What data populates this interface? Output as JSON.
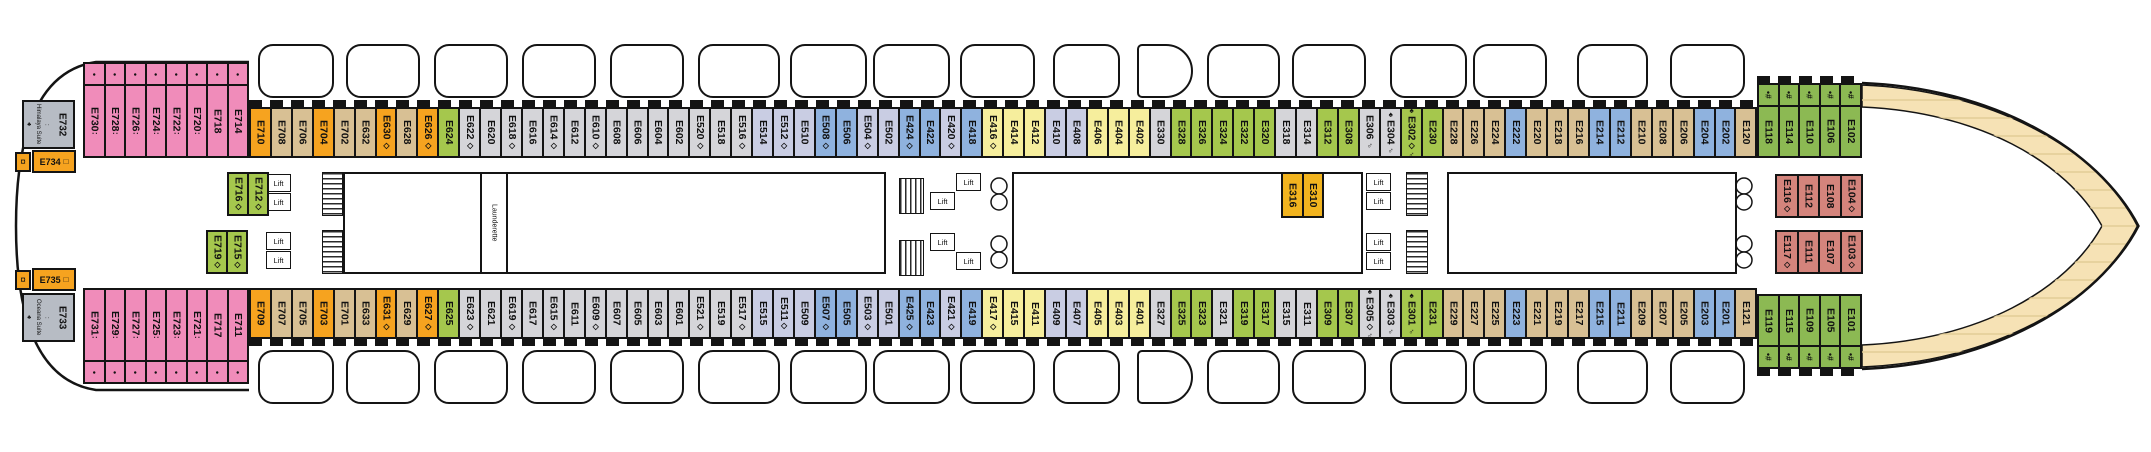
{
  "labels": {
    "lift": "Lift",
    "launderette": "Launderette"
  },
  "colors": {
    "pink": "#f08cba",
    "orange": "#f6a31f",
    "tan": "#d8c094",
    "green": "#a5c74d",
    "bowgreen": "#8cb953",
    "gray": "#d5d5d9",
    "lavender": "#c9cde3",
    "blue": "#8fb2de",
    "yellow": "#f6ee9d",
    "gold": "#f2b41f",
    "salmon": "#d4847c",
    "suite": "#b7bcc4",
    "wood": "#f6e2b5",
    "woodline": "#e2cc96",
    "outline": "#141414"
  },
  "suites": {
    "himalaya": {
      "number": "E732",
      "name": "Himalaya Suite",
      "sym_top": ":",
      "sym_bottom": "♣"
    },
    "oceana": {
      "number": "E733",
      "name": "Oceana Suite",
      "sym_top": ":",
      "sym_bottom": "♣"
    },
    "cabin_e734": {
      "number": "E734",
      "suffix": "□",
      "box_symbol": "¤"
    },
    "cabin_e735": {
      "number": "E735",
      "suffix": "□",
      "box_symbol": "¤"
    }
  },
  "rows": {
    "aft_top_pink": [
      {
        "n": "E730",
        "c": "pink",
        "b": "•",
        "s": ":"
      },
      {
        "n": "E728",
        "c": "pink",
        "b": "•",
        "s": ":"
      },
      {
        "n": "E726",
        "c": "pink",
        "b": "•",
        "s": ":"
      },
      {
        "n": "E724",
        "c": "pink",
        "b": "•",
        "s": ":"
      },
      {
        "n": "E722",
        "c": "pink",
        "b": "•",
        "s": ":"
      },
      {
        "n": "E720",
        "c": "pink",
        "b": "•",
        "s": ":"
      },
      {
        "n": "E718",
        "c": "pink",
        "b": "•"
      },
      {
        "n": "E714",
        "c": "pink",
        "b": "•"
      }
    ],
    "aft_bottom_pink": [
      {
        "n": "E731",
        "c": "pink",
        "b": "•",
        "s": ":"
      },
      {
        "n": "E729",
        "c": "pink",
        "b": "•",
        "s": ":"
      },
      {
        "n": "E727",
        "c": "pink",
        "b": "•",
        "s": ":"
      },
      {
        "n": "E725",
        "c": "pink",
        "b": "•",
        "s": ":"
      },
      {
        "n": "E723",
        "c": "pink",
        "b": "•",
        "s": ":"
      },
      {
        "n": "E721",
        "c": "pink",
        "b": "•",
        "s": ":"
      },
      {
        "n": "E717",
        "c": "pink",
        "b": "•"
      },
      {
        "n": "E711",
        "c": "pink",
        "b": "•"
      }
    ],
    "top_main": [
      {
        "n": "E710",
        "c": "orange"
      },
      {
        "n": "E708",
        "c": "tan"
      },
      {
        "n": "E706",
        "c": "tan"
      },
      {
        "n": "E704",
        "c": "orange"
      },
      {
        "n": "E702",
        "c": "tan"
      },
      {
        "n": "E632",
        "c": "tan"
      },
      {
        "n": "E630",
        "c": "orange",
        "s": "◇"
      },
      {
        "n": "E628",
        "c": "tan"
      },
      {
        "n": "E626",
        "c": "orange",
        "s": "◇"
      },
      {
        "n": "E624",
        "c": "green"
      },
      {
        "n": "E622",
        "c": "gray",
        "s": "◇"
      },
      {
        "n": "E620",
        "c": "gray"
      },
      {
        "n": "E618",
        "c": "gray",
        "s": "◇"
      },
      {
        "n": "E616",
        "c": "gray"
      },
      {
        "n": "E614",
        "c": "gray",
        "s": "◇"
      },
      {
        "n": "E612",
        "c": "gray"
      },
      {
        "n": "E610",
        "c": "gray",
        "s": "◇"
      },
      {
        "n": "E608",
        "c": "gray"
      },
      {
        "n": "E606",
        "c": "gray"
      },
      {
        "n": "E604",
        "c": "gray"
      },
      {
        "n": "E602",
        "c": "gray"
      },
      {
        "n": "E520",
        "c": "gray",
        "s": "◇"
      },
      {
        "n": "E518",
        "c": "gray"
      },
      {
        "n": "E516",
        "c": "gray",
        "s": "◇"
      },
      {
        "n": "E514",
        "c": "lavender"
      },
      {
        "n": "E512",
        "c": "lavender",
        "s": "◇"
      },
      {
        "n": "E510",
        "c": "lavender"
      },
      {
        "n": "E508",
        "c": "blue",
        "s": "◇"
      },
      {
        "n": "E506",
        "c": "blue"
      },
      {
        "n": "E504",
        "c": "lavender",
        "s": "◇"
      },
      {
        "n": "E502",
        "c": "lavender"
      },
      {
        "n": "E424",
        "c": "blue",
        "s": "◇"
      },
      {
        "n": "E422",
        "c": "blue"
      },
      {
        "n": "E420",
        "c": "lavender",
        "s": "◇"
      },
      {
        "n": "E418",
        "c": "blue"
      },
      {
        "n": "E416",
        "c": "yellow",
        "s": "◇"
      },
      {
        "n": "E414",
        "c": "yellow"
      },
      {
        "n": "E412",
        "c": "yellow"
      },
      {
        "n": "E410",
        "c": "lavender"
      },
      {
        "n": "E408",
        "c": "lavender"
      },
      {
        "n": "E406",
        "c": "yellow"
      },
      {
        "n": "E404",
        "c": "yellow"
      },
      {
        "n": "E402",
        "c": "yellow"
      },
      {
        "n": "E330",
        "c": "gray"
      },
      {
        "n": "E328",
        "c": "green"
      },
      {
        "n": "E326",
        "c": "green"
      },
      {
        "n": "E324",
        "c": "green"
      },
      {
        "n": "E322",
        "c": "green"
      },
      {
        "n": "E320",
        "c": "green"
      },
      {
        "n": "E318",
        "c": "gray"
      },
      {
        "n": "E314",
        "c": "gray"
      },
      {
        "n": "E312",
        "c": "green"
      },
      {
        "n": "E308",
        "c": "green"
      },
      {
        "n": "E306",
        "c": "gray",
        "s": "♂"
      },
      {
        "n": "E304",
        "c": "gray",
        "p": "♠",
        "s": "♂"
      },
      {
        "n": "E302",
        "c": "green",
        "p": "♠",
        "s": "◇♂"
      },
      {
        "n": "E230",
        "c": "green"
      },
      {
        "n": "E228",
        "c": "tan"
      },
      {
        "n": "E226",
        "c": "tan"
      },
      {
        "n": "E224",
        "c": "tan"
      },
      {
        "n": "E222",
        "c": "blue"
      },
      {
        "n": "E220",
        "c": "tan"
      },
      {
        "n": "E218",
        "c": "tan"
      },
      {
        "n": "E216",
        "c": "tan"
      },
      {
        "n": "E214",
        "c": "blue"
      },
      {
        "n": "E212",
        "c": "blue"
      },
      {
        "n": "E210",
        "c": "tan"
      },
      {
        "n": "E208",
        "c": "tan"
      },
      {
        "n": "E206",
        "c": "tan"
      },
      {
        "n": "E204",
        "c": "blue"
      },
      {
        "n": "E202",
        "c": "blue"
      },
      {
        "n": "E120",
        "c": "tan"
      }
    ],
    "bottom_main": [
      {
        "n": "E709",
        "c": "orange"
      },
      {
        "n": "E707",
        "c": "tan"
      },
      {
        "n": "E705",
        "c": "tan"
      },
      {
        "n": "E703",
        "c": "orange"
      },
      {
        "n": "E701",
        "c": "tan"
      },
      {
        "n": "E633",
        "c": "tan"
      },
      {
        "n": "E631",
        "c": "orange",
        "s": "◇"
      },
      {
        "n": "E629",
        "c": "tan"
      },
      {
        "n": "E627",
        "c": "orange",
        "s": "◇"
      },
      {
        "n": "E625",
        "c": "green"
      },
      {
        "n": "E623",
        "c": "gray",
        "s": "◇"
      },
      {
        "n": "E621",
        "c": "gray"
      },
      {
        "n": "E619",
        "c": "gray",
        "s": "◇"
      },
      {
        "n": "E617",
        "c": "gray"
      },
      {
        "n": "E615",
        "c": "gray",
        "s": "◇"
      },
      {
        "n": "E611",
        "c": "gray"
      },
      {
        "n": "E609",
        "c": "gray",
        "s": "◇"
      },
      {
        "n": "E607",
        "c": "gray"
      },
      {
        "n": "E605",
        "c": "gray"
      },
      {
        "n": "E603",
        "c": "gray"
      },
      {
        "n": "E601",
        "c": "gray"
      },
      {
        "n": "E521",
        "c": "gray",
        "s": "◇"
      },
      {
        "n": "E519",
        "c": "gray"
      },
      {
        "n": "E517",
        "c": "gray",
        "s": "◇"
      },
      {
        "n": "E515",
        "c": "lavender"
      },
      {
        "n": "E511",
        "c": "lavender",
        "s": "◇"
      },
      {
        "n": "E509",
        "c": "lavender"
      },
      {
        "n": "E507",
        "c": "blue",
        "s": "◇"
      },
      {
        "n": "E505",
        "c": "blue"
      },
      {
        "n": "E503",
        "c": "lavender",
        "s": "◇"
      },
      {
        "n": "E501",
        "c": "lavender"
      },
      {
        "n": "E425",
        "c": "blue",
        "s": "◇"
      },
      {
        "n": "E423",
        "c": "blue"
      },
      {
        "n": "E421",
        "c": "lavender",
        "s": "◇"
      },
      {
        "n": "E419",
        "c": "blue"
      },
      {
        "n": "E417",
        "c": "yellow",
        "s": "◇"
      },
      {
        "n": "E415",
        "c": "yellow"
      },
      {
        "n": "E411",
        "c": "yellow"
      },
      {
        "n": "E409",
        "c": "lavender"
      },
      {
        "n": "E407",
        "c": "lavender"
      },
      {
        "n": "E405",
        "c": "yellow"
      },
      {
        "n": "E403",
        "c": "yellow"
      },
      {
        "n": "E401",
        "c": "yellow"
      },
      {
        "n": "E327",
        "c": "gray"
      },
      {
        "n": "E325",
        "c": "green"
      },
      {
        "n": "E323",
        "c": "green"
      },
      {
        "n": "E321",
        "c": "gray"
      },
      {
        "n": "E319",
        "c": "green"
      },
      {
        "n": "E317",
        "c": "green"
      },
      {
        "n": "E315",
        "c": "gray"
      },
      {
        "n": "E311",
        "c": "gray"
      },
      {
        "n": "E309",
        "c": "green"
      },
      {
        "n": "E307",
        "c": "green"
      },
      {
        "n": "E305",
        "c": "gray",
        "p": "♠",
        "s": "◇♂"
      },
      {
        "n": "E303",
        "c": "gray",
        "p": "♠",
        "s": "♂"
      },
      {
        "n": "E301",
        "c": "green",
        "p": "♠",
        "s": "♂"
      },
      {
        "n": "E231",
        "c": "green"
      },
      {
        "n": "E229",
        "c": "tan"
      },
      {
        "n": "E227",
        "c": "tan"
      },
      {
        "n": "E225",
        "c": "tan"
      },
      {
        "n": "E223",
        "c": "blue"
      },
      {
        "n": "E221",
        "c": "tan"
      },
      {
        "n": "E219",
        "c": "tan"
      },
      {
        "n": "E217",
        "c": "tan"
      },
      {
        "n": "E215",
        "c": "blue"
      },
      {
        "n": "E211",
        "c": "blue"
      },
      {
        "n": "E209",
        "c": "tan"
      },
      {
        "n": "E207",
        "c": "tan"
      },
      {
        "n": "E205",
        "c": "tan"
      },
      {
        "n": "E203",
        "c": "blue"
      },
      {
        "n": "E201",
        "c": "blue"
      },
      {
        "n": "E121",
        "c": "tan"
      }
    ],
    "aft_inner_upper": [
      {
        "n": "E716",
        "c": "green",
        "s": "◇"
      },
      {
        "n": "E712",
        "c": "green",
        "s": "◇"
      }
    ],
    "aft_inner_lower": [
      {
        "n": "E719",
        "c": "green",
        "s": "◇"
      },
      {
        "n": "E715",
        "c": "green",
        "s": "◇"
      }
    ],
    "mid_inner": [
      {
        "n": "E316",
        "c": "gold"
      },
      {
        "n": "E310",
        "c": "gold"
      }
    ],
    "bow_green_top": [
      {
        "n": "E118",
        "c": "bowgreen",
        "b": "•#"
      },
      {
        "n": "E114",
        "c": "bowgreen",
        "b": "•#"
      },
      {
        "n": "E110",
        "c": "bowgreen",
        "b": "•#"
      },
      {
        "n": "E106",
        "c": "bowgreen",
        "b": "•#"
      },
      {
        "n": "E102",
        "c": "bowgreen",
        "b": "•#"
      }
    ],
    "bow_green_bottom": [
      {
        "n": "E119",
        "c": "bowgreen",
        "b": "•#"
      },
      {
        "n": "E115",
        "c": "bowgreen",
        "b": "•#"
      },
      {
        "n": "E109",
        "c": "bowgreen",
        "b": "•#"
      },
      {
        "n": "E105",
        "c": "bowgreen",
        "b": "•#"
      },
      {
        "n": "E101",
        "c": "bowgreen",
        "b": "•#"
      }
    ],
    "bow_inner_upper": [
      {
        "n": "E116",
        "c": "salmon",
        "s": "◇"
      },
      {
        "n": "E112",
        "c": "salmon"
      },
      {
        "n": "E108",
        "c": "salmon"
      },
      {
        "n": "E104",
        "c": "salmon",
        "s": "◇"
      }
    ],
    "bow_inner_lower": [
      {
        "n": "E117",
        "c": "salmon",
        "s": "◇"
      },
      {
        "n": "E111",
        "c": "salmon"
      },
      {
        "n": "E107",
        "c": "salmon"
      },
      {
        "n": "E103",
        "c": "salmon",
        "s": "◇"
      }
    ]
  }
}
